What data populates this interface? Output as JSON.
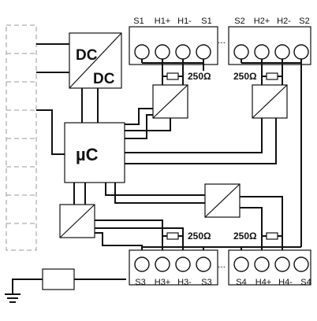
{
  "power_block": {
    "top_label": "DC",
    "bottom_label": "DC"
  },
  "controller": {
    "label": "µC"
  },
  "resistor_value": "250Ω",
  "ellipsis": "...",
  "top_left_terminals": [
    "S1",
    "H1+",
    "H1-",
    "S1"
  ],
  "top_right_terminals": [
    "S2",
    "H2+",
    "H2-",
    "S2"
  ],
  "bottom_left_terminals": [
    "S3",
    "H3+",
    "H3-",
    "S3"
  ],
  "bottom_right_terminals": [
    "S4",
    "H4+",
    "H4-",
    "S4"
  ]
}
